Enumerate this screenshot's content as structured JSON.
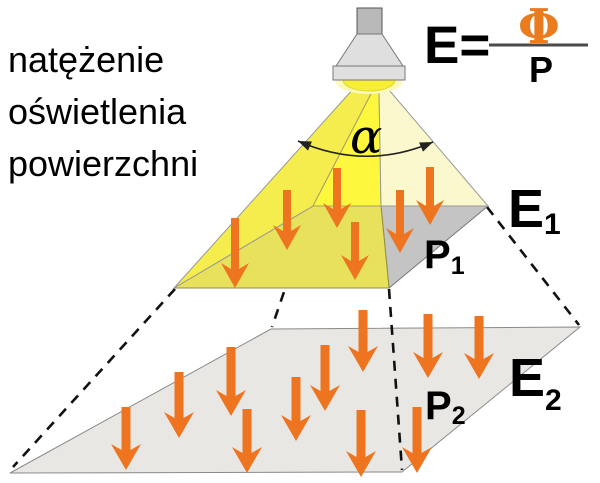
{
  "heading": {
    "lines": [
      "natężenie",
      "oświetlenia",
      "powierzchni"
    ]
  },
  "formula": {
    "lhs": "E=",
    "numerator": "Φ",
    "denominator": "P"
  },
  "labels": {
    "alpha": "α",
    "e1": {
      "base": "E",
      "sub": "1"
    },
    "p1": {
      "base": "P",
      "sub": "1"
    },
    "e2": {
      "base": "E",
      "sub": "2"
    },
    "p2": {
      "base": "P",
      "sub": "2"
    }
  },
  "colors": {
    "arrow_orange": "#ee7420",
    "phi_orange": "#e87c1e",
    "cone_left": "#f5ec4e",
    "cone_middle": "#fdf83e",
    "cone_right": "#fbf8cd",
    "lit_surface": "#e8e15c",
    "p1_shadow_gray": "#c4c4c4",
    "p2_gray": "#e8e7e4",
    "bulb_yellow": "#f7ef33"
  }
}
